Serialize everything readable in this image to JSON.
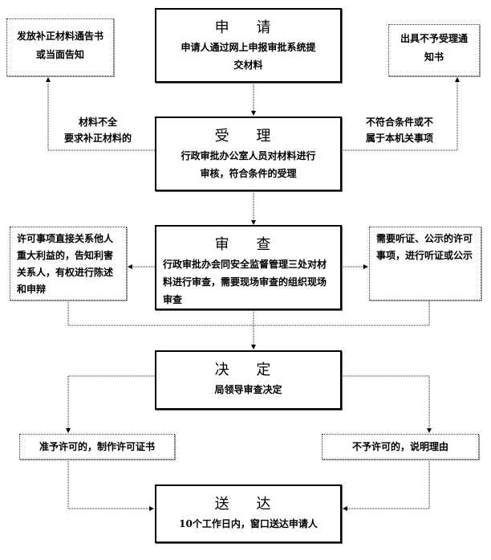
{
  "steps": {
    "apply": {
      "title": "申 请",
      "desc": "申请人通过网上申报审批系统提交材料"
    },
    "accept": {
      "title": "受 理",
      "desc": "行政审批办公室人员对材料进行审核，符合条件的受理"
    },
    "review": {
      "title": "审 查",
      "desc": "行政审批办会同安全监督管理三处对材料进行审查，需要现场审查的组织现场审查"
    },
    "decide": {
      "title": "决 定",
      "desc": "局领导审查决定"
    },
    "deliver": {
      "title": "送 达",
      "desc": "10个工作日内，窗口送达申请人"
    }
  },
  "side_boxes": {
    "supplement_notice": "发放补正材料通告书或当面告知",
    "reject_notice": "出具不予受理通知书",
    "stakeholder": "许可事项直接关系他人重大利益的，告知利害关系人，有权进行陈述和申辩",
    "hearing": "需要听证、公示的许可事项，进行听证或公示",
    "grant": "准予许可的，制作许可证书",
    "deny": "不予许可的，说明理由"
  },
  "labels": {
    "incomplete_1": "材料不全",
    "incomplete_2": "要求补正材料的",
    "ineligible_1": "不符合条件或不",
    "ineligible_2": "属于本机关事项"
  }
}
